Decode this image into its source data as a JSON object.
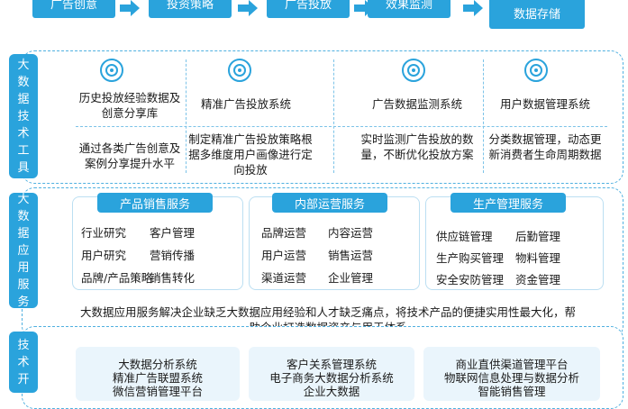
{
  "flow": {
    "steps": [
      "广告创意",
      "投资策略",
      "广告投放",
      "效果监测",
      "数据存储"
    ]
  },
  "tools_section": {
    "side_label": "大数据技术工具",
    "columns": [
      {
        "title": "历史投放经验数据及创意分享库",
        "desc": "通过各类广告创意及案例分享提升水平"
      },
      {
        "title": "精准广告投放系统",
        "desc": "制定精准广告投放策略根据多维度用户画像进行定向投放"
      },
      {
        "title": "广告数据监测系统",
        "desc": "实时监测广告投放的数量，不断优化投放方案"
      },
      {
        "title": "用户数据管理系统",
        "desc": "分类数据管理，动态更新消费者生命周期数据"
      }
    ]
  },
  "services_section": {
    "side_label": "大数据应用服务",
    "cards": [
      {
        "title": "产品销售服务",
        "items": [
          "行业研究",
          "客户管理",
          "用户研究",
          "营销传播",
          "品牌/产品策略",
          "销售转化"
        ]
      },
      {
        "title": "内部运营服务",
        "items": [
          "品牌运营",
          "内容运营",
          "用户运营",
          "销售运营",
          "渠道运营",
          "企业管理"
        ]
      },
      {
        "title": "生产管理服务",
        "items": [
          "供应链管理",
          "后勤管理",
          "生产购买管理",
          "物料管理",
          "安全安防管理",
          "资金管理"
        ]
      }
    ],
    "summary": "大数据应用服务解决企业缺乏大数据应用经验和人才缺乏痛点，将技术产品的便捷实用性最大化，帮助企业打造数据资产与用于体系"
  },
  "tech_section": {
    "side_label": "技术开",
    "cards": [
      [
        "大数据分析系统",
        "精准广告联盟系统",
        "微信营销管理平台"
      ],
      [
        "客户关系管理系统",
        "电子商务大数据分析系统",
        "企业大数据"
      ],
      [
        "商业直供渠道管理平台",
        "物联网信息处理与数据分析",
        "智能销售管理"
      ]
    ]
  },
  "colors": {
    "accent": "#2aa3dc",
    "frame": "#4fb0e0"
  }
}
